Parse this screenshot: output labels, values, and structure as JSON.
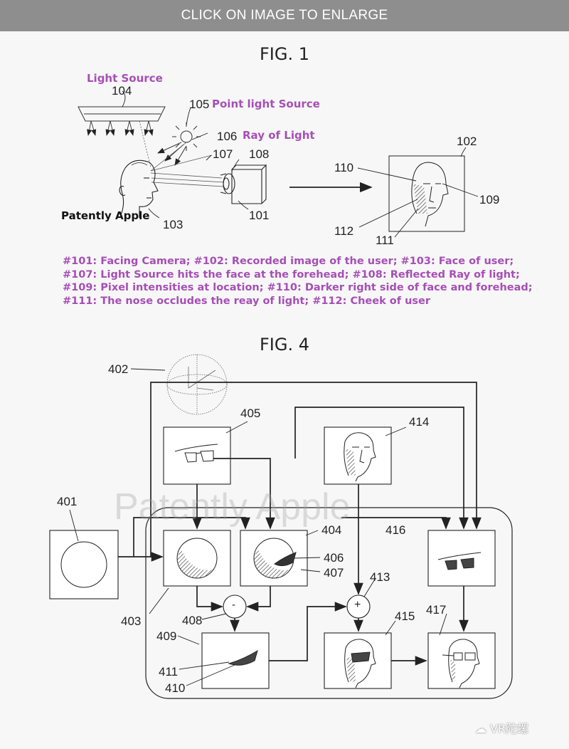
{
  "banner": {
    "text": "CLICK ON IMAGE TO ENLARGE"
  },
  "fig1": {
    "title": "FIG. 1",
    "labels": {
      "light_source": "Light Source",
      "point_light_source": "Point light Source",
      "ray_of_light": "Ray of Light",
      "patently_apple": "Patently Apple"
    },
    "refs": {
      "r101": "101",
      "r102": "102",
      "r103": "103",
      "r104": "104",
      "r105": "105",
      "r106": "106",
      "r107": "107",
      "r108": "108",
      "r109": "109",
      "r110": "110",
      "r111": "111",
      "r112": "112"
    },
    "legend": [
      "#101: Facing Camera; #102: Recorded image of the user; #103: Face of user;",
      "#107: Light Source hits the face at the forehead; #108: Reflected Ray of light;",
      "#109: Pixel intensities at location; #110: Darker right side of face and forehead;",
      "#111: The nose occludes the reay of light; #112: Cheek of user"
    ]
  },
  "fig4": {
    "title": "FIG. 4",
    "refs": {
      "r401": "401",
      "r402": "402",
      "r403": "403",
      "r404": "404",
      "r405": "405",
      "r406": "406",
      "r407": "407",
      "r408": "408",
      "r409": "409",
      "r410": "410",
      "r411": "411",
      "r413": "413",
      "r414": "414",
      "r415": "415",
      "r416": "416",
      "r417": "417"
    },
    "minus": "-",
    "plus": "+"
  },
  "watermark": "Patently Apple",
  "wechat_label": "VR陀螺"
}
